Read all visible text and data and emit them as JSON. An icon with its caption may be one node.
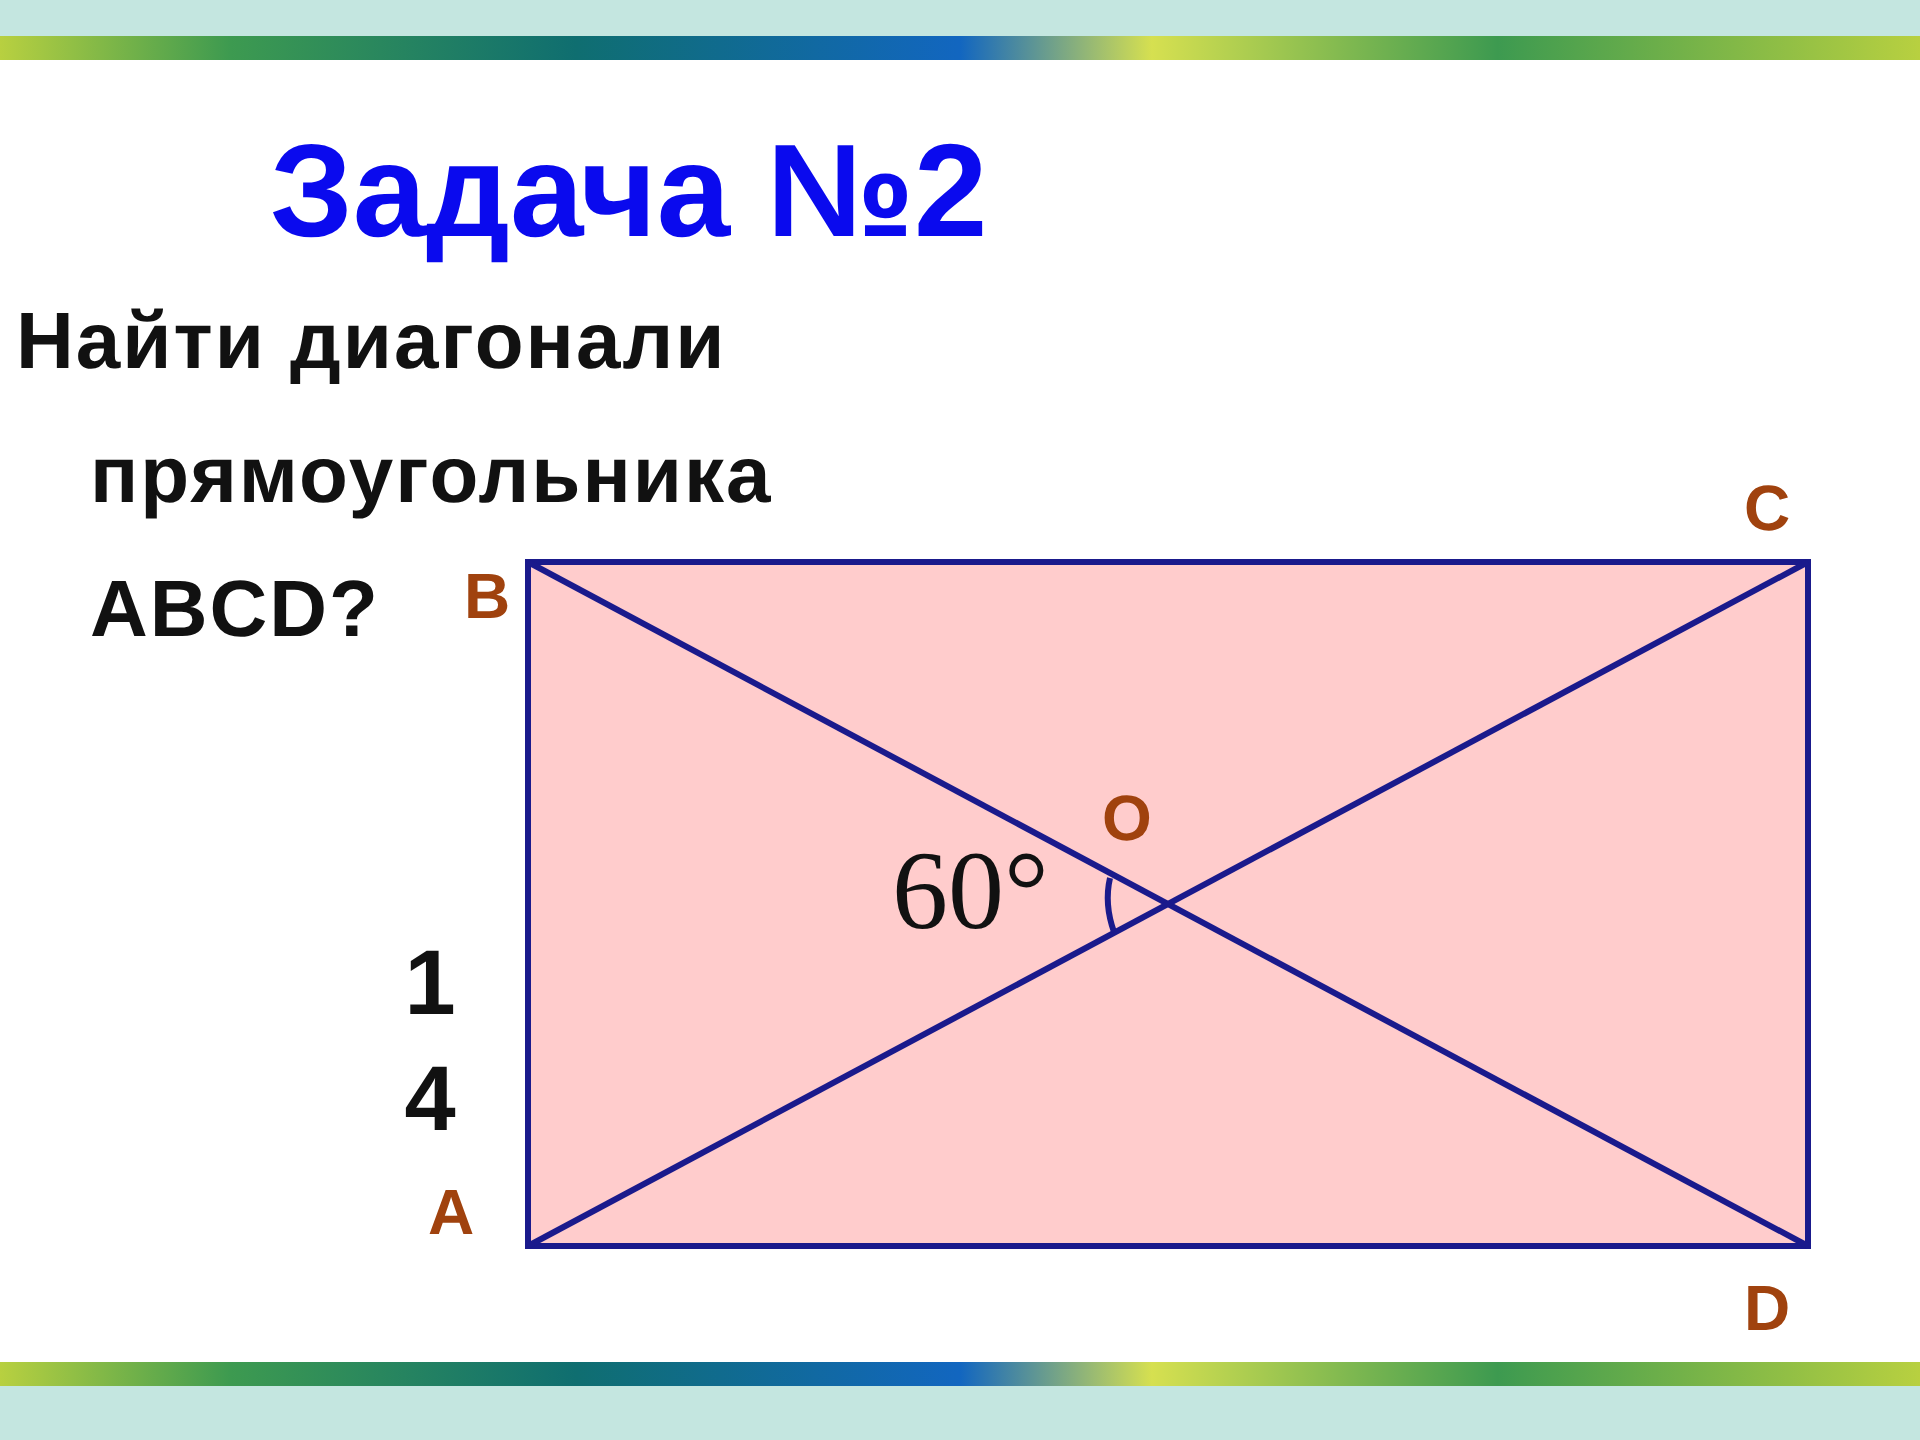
{
  "diagram": {
    "title": "Задача №2",
    "labels": [
      "Найти диагонали прямоугольника ABCD?",
      "C",
      "B",
      "O",
      "60°",
      "14",
      "A",
      "D"
    ]
  }
}
